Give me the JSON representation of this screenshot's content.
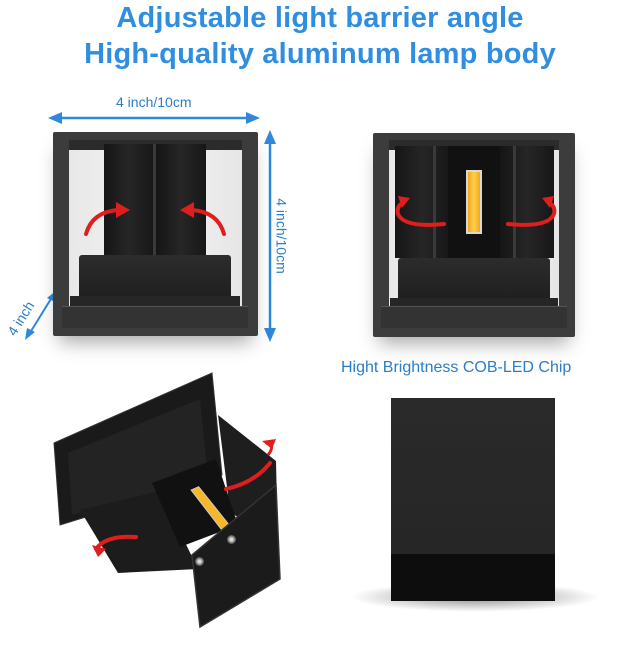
{
  "headline": {
    "line1": "Adjustable light barrier angle",
    "line2": "High-quality aluminum lamp body"
  },
  "panels": {
    "dimensions_view": {
      "width_label": "4 inch/10cm",
      "height_label": "4 inch/10cm",
      "depth_label": "4 inch",
      "arrows": [
        "rotate-inward-left",
        "rotate-inward-right"
      ]
    },
    "led_view": {
      "caption": "Hight Brightness COB-LED Chip",
      "arrows": [
        "rotate-outward-left",
        "rotate-outward-right"
      ]
    },
    "angled_view": {
      "arrows": [
        "rotate-top-right",
        "rotate-bottom-left"
      ]
    },
    "cube_view": {}
  },
  "colors": {
    "headline_blue": "#2f8ee0",
    "label_blue": "#2a7dc9",
    "dimension_arrow_blue": "#2f88dc",
    "rotate_arrow_red": "#e01e1e",
    "led_amber": "#f7b92a",
    "lamp_black": "#1e1e1e"
  }
}
